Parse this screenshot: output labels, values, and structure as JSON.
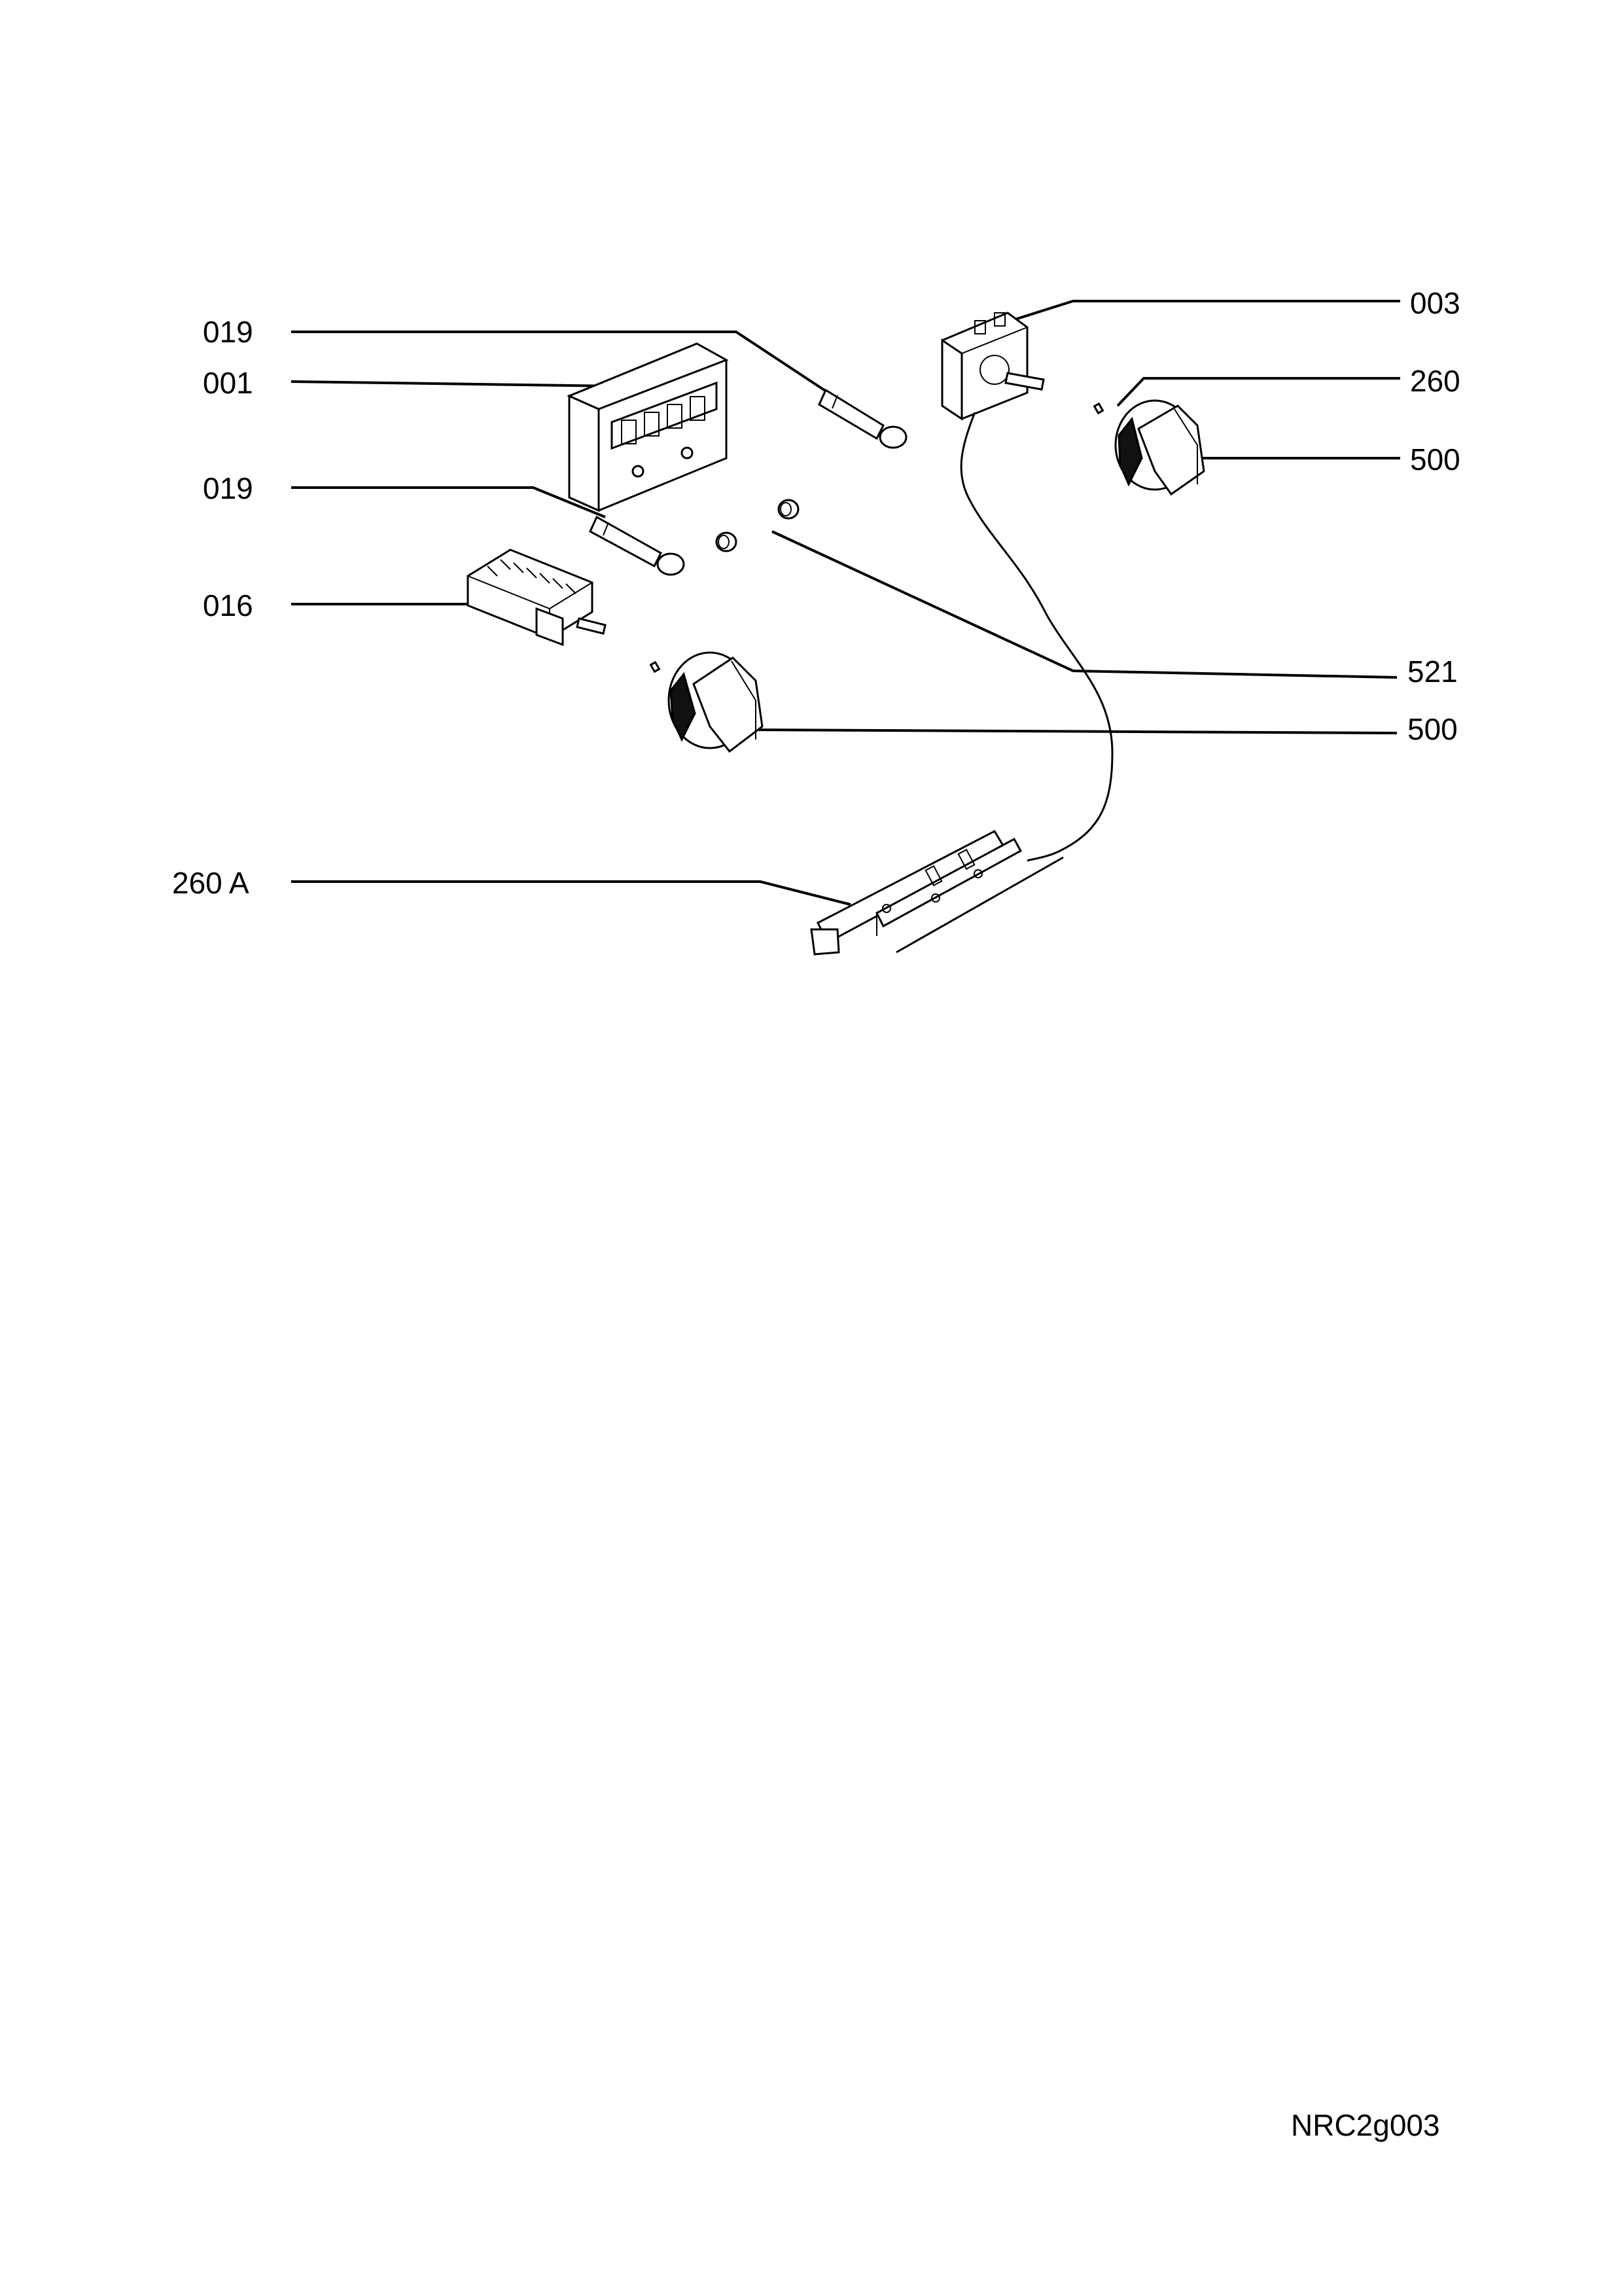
{
  "labels": {
    "l019a": "019",
    "l001": "001",
    "l019b": "019",
    "l016": "016",
    "l260a": "260 A",
    "l003": "003",
    "l260": "260",
    "l500a": "500",
    "l521": "521",
    "l500b": "500"
  },
  "document_code": "NRC2g003"
}
